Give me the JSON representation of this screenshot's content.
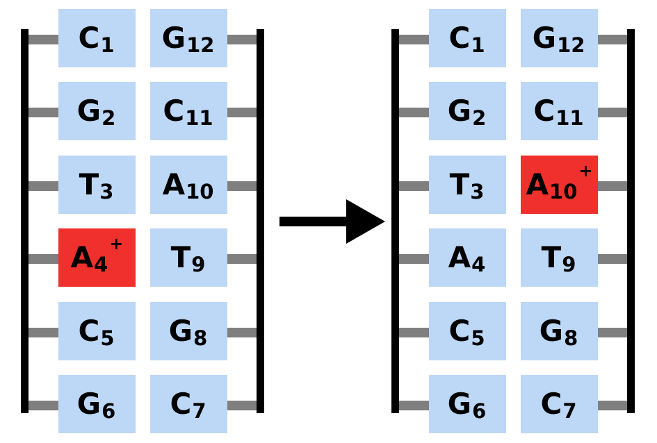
{
  "colors": {
    "base_fill": "#bdd7f6",
    "protonated_fill": "#f0302c",
    "backbone": "#000000",
    "connector": "#7f7f7f",
    "arrow": "#000000"
  },
  "duplex_before": {
    "pairs": [
      {
        "left": {
          "letter": "C",
          "num": "1",
          "charge": ""
        },
        "right": {
          "letter": "G",
          "num": "12",
          "charge": ""
        }
      },
      {
        "left": {
          "letter": "G",
          "num": "2",
          "charge": ""
        },
        "right": {
          "letter": "C",
          "num": "11",
          "charge": ""
        }
      },
      {
        "left": {
          "letter": "T",
          "num": "3",
          "charge": ""
        },
        "right": {
          "letter": "A",
          "num": "10",
          "charge": ""
        }
      },
      {
        "left": {
          "letter": "A",
          "num": "4",
          "charge": "+"
        },
        "right": {
          "letter": "T",
          "num": "9",
          "charge": ""
        }
      },
      {
        "left": {
          "letter": "C",
          "num": "5",
          "charge": ""
        },
        "right": {
          "letter": "G",
          "num": "8",
          "charge": ""
        }
      },
      {
        "left": {
          "letter": "G",
          "num": "6",
          "charge": ""
        },
        "right": {
          "letter": "C",
          "num": "7",
          "charge": ""
        }
      }
    ]
  },
  "duplex_after": {
    "pairs": [
      {
        "left": {
          "letter": "C",
          "num": "1",
          "charge": ""
        },
        "right": {
          "letter": "G",
          "num": "12",
          "charge": ""
        }
      },
      {
        "left": {
          "letter": "G",
          "num": "2",
          "charge": ""
        },
        "right": {
          "letter": "C",
          "num": "11",
          "charge": ""
        }
      },
      {
        "left": {
          "letter": "T",
          "num": "3",
          "charge": ""
        },
        "right": {
          "letter": "A",
          "num": "10",
          "charge": "+"
        }
      },
      {
        "left": {
          "letter": "A",
          "num": "4",
          "charge": ""
        },
        "right": {
          "letter": "T",
          "num": "9",
          "charge": ""
        }
      },
      {
        "left": {
          "letter": "C",
          "num": "5",
          "charge": ""
        },
        "right": {
          "letter": "G",
          "num": "8",
          "charge": ""
        }
      },
      {
        "left": {
          "letter": "G",
          "num": "6",
          "charge": ""
        },
        "right": {
          "letter": "C",
          "num": "7",
          "charge": ""
        }
      }
    ]
  },
  "arrow": {
    "icon": "right-arrow-icon"
  }
}
